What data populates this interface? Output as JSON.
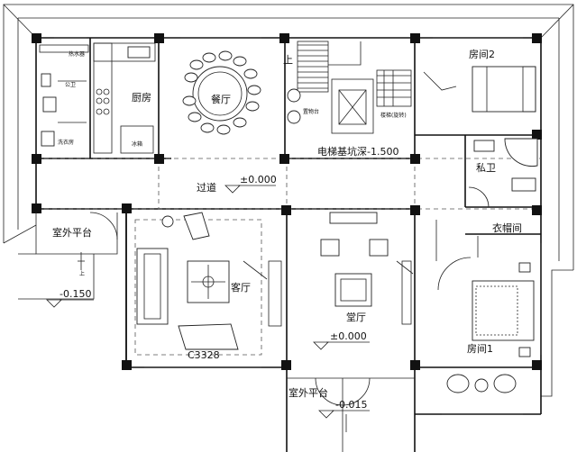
{
  "rooms": {
    "kitchen": "厨房",
    "dining": "餐厅",
    "bedroom2": "房间2",
    "bedroom1": "房间1",
    "private_bath": "私卫",
    "public_bath": "公卫",
    "laundry": "洗衣房",
    "cloakroom": "衣帽间",
    "corridor": "过道",
    "living": "客厅",
    "hall": "堂厅",
    "terrace_west": "室外平台",
    "terrace_south": "室外平台"
  },
  "small_labels": {
    "water_heater": "热水器",
    "fridge": "冰箱",
    "stair_note": "楼梯(旋转)",
    "side_note": "置物台"
  },
  "annotations": {
    "elevator_pit": "电梯基坑深-1.500",
    "window_code": "C3328",
    "stair_up": "上",
    "terrace_up": "上"
  },
  "levels": {
    "corridor": "±0.000",
    "hall": "±0.000",
    "terrace_west": "-0.150",
    "terrace_south": "-0.015"
  }
}
